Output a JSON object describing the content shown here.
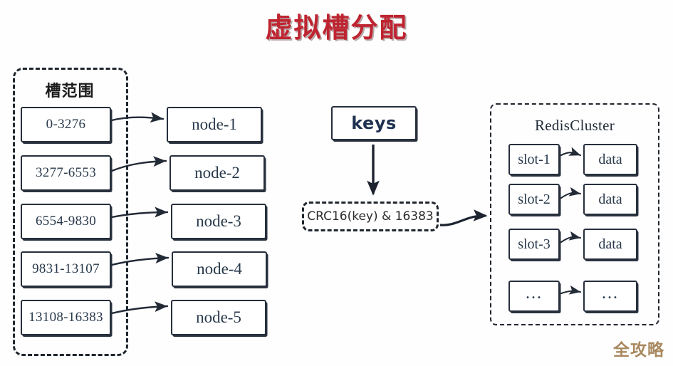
{
  "title": "虚拟槽分配",
  "colors": {
    "title": "#bf2431",
    "ink": "#272f3d",
    "text": "#28394b",
    "watermark": "#a8895f",
    "background": "#fefefe"
  },
  "slot_range_group": {
    "label": "槽范围",
    "items": [
      {
        "range": "0-3276"
      },
      {
        "range": "3277-6553"
      },
      {
        "range": "6554-9830"
      },
      {
        "range": "9831-13107"
      },
      {
        "range": "13108-16383"
      }
    ]
  },
  "nodes": [
    {
      "label": "node-1"
    },
    {
      "label": "node-2"
    },
    {
      "label": "node-3"
    },
    {
      "label": "node-4"
    },
    {
      "label": "node-5"
    }
  ],
  "key_flow": {
    "source_label": "keys",
    "hash_label": "CRC16(key) & 16383"
  },
  "cluster_group": {
    "label": "RedisCluster",
    "rows": [
      {
        "slot": "slot-1",
        "data": "data"
      },
      {
        "slot": "slot-2",
        "data": "data"
      },
      {
        "slot": "slot-3",
        "data": "data"
      },
      {
        "slot": "...",
        "data": "..."
      }
    ]
  },
  "watermark": "全攻略"
}
